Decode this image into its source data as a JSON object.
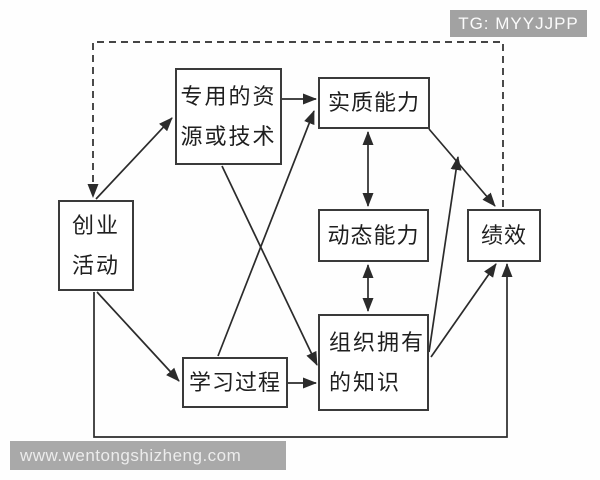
{
  "banner": {
    "text": "TG: MYYJJPP",
    "bg": "#a2a2a2"
  },
  "watermark": {
    "text": "www.wentongshizheng.com",
    "bg": "#a9a9a9"
  },
  "colors": {
    "line": "#2b2b2b",
    "box_border": "#3a3a3a",
    "text": "#1f1f1f",
    "background": "#fefefe"
  },
  "nodes": {
    "entrepreneurial_activity": {
      "line1": "创业",
      "line2": "活动"
    },
    "dedicated_resources": {
      "line1": "专用的资",
      "line2": "源或技术"
    },
    "substantive_capability": {
      "label": "实质能力"
    },
    "dynamic_capability": {
      "label": "动态能力"
    },
    "organizational_knowledge": {
      "line1": "组织拥有",
      "line2": "的知识"
    },
    "learning_process": {
      "label": "学习过程"
    },
    "performance": {
      "label": "绩效"
    }
  },
  "edges": [
    {
      "from": "绩效",
      "to": "创业活动",
      "style": "dashed",
      "type": "feedback-top"
    },
    {
      "from": "创业活动",
      "to": "专用的资源或技术",
      "style": "solid",
      "type": "arrow"
    },
    {
      "from": "创业活动",
      "to": "学习过程",
      "style": "solid",
      "type": "arrow"
    },
    {
      "from": "专用的资源或技术",
      "to": "实质能力",
      "style": "solid",
      "type": "arrow"
    },
    {
      "from": "专用的资源或技术",
      "to": "组织拥有的知识",
      "style": "solid",
      "type": "arrow"
    },
    {
      "from": "学习过程",
      "to": "实质能力",
      "style": "solid",
      "type": "arrow"
    },
    {
      "from": "学习过程",
      "to": "组织拥有的知识",
      "style": "solid",
      "type": "arrow"
    },
    {
      "from": "实质能力",
      "to": "动态能力",
      "style": "solid",
      "type": "double-arrow"
    },
    {
      "from": "动态能力",
      "to": "组织拥有的知识",
      "style": "solid",
      "type": "double-arrow"
    },
    {
      "from": "实质能力",
      "to": "绩效",
      "style": "solid",
      "type": "arrow"
    },
    {
      "from": "组织拥有的知识",
      "to": "实质能力→绩效 relation",
      "style": "solid",
      "type": "moderation-arrow"
    },
    {
      "from": "组织拥有的知识",
      "to": "绩效",
      "style": "solid",
      "type": "arrow"
    },
    {
      "from": "创业活动",
      "to": "绩效",
      "style": "solid",
      "type": "feedback-bottom"
    }
  ]
}
